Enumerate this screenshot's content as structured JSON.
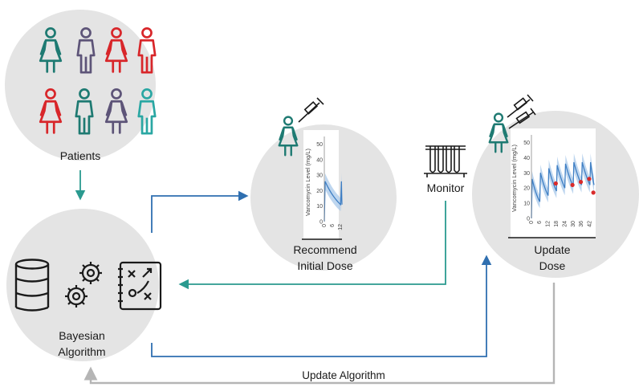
{
  "labels": {
    "patients": "Patients",
    "bayesian_line1": "Bayesian",
    "bayesian_line2": "Algorithm",
    "recommend_line1": "Recommend",
    "recommend_line2": "Initial Dose",
    "monitor": "Monitor",
    "update_dose_line1": "Update",
    "update_dose_line2": "Dose",
    "update_algorithm": "Update Algorithm"
  },
  "colors": {
    "circle_fill": "#e4e4e4",
    "teal": "#1e7a72",
    "navy": "#2b3a4a",
    "purple": "#5d5478",
    "red": "#d8262a",
    "cyan": "#2aa7a3",
    "arrow_blue": "#2f6fb0",
    "arrow_teal": "#2a9a8f",
    "arrow_gray": "#b5b5b5",
    "curve_blue": "#3f7fc4",
    "band_blue": "#a8c8ea",
    "point_red": "#d92b2b"
  },
  "patients": [
    {
      "sex": "female",
      "color": "teal"
    },
    {
      "sex": "male",
      "color": "purple"
    },
    {
      "sex": "female",
      "color": "red"
    },
    {
      "sex": "male",
      "color": "red"
    },
    {
      "sex": "female",
      "color": "red"
    },
    {
      "sex": "male",
      "color": "teal"
    },
    {
      "sex": "female",
      "color": "purple"
    },
    {
      "sex": "male",
      "color": "cyan"
    }
  ],
  "chart_data": [
    {
      "type": "line",
      "title": "",
      "ylabel": "Vancomycin Level (mg/L)",
      "xlabel": "",
      "ylim": [
        0,
        55
      ],
      "xlim": [
        0,
        13
      ],
      "yticks": [
        "0",
        "10",
        "20",
        "30",
        "40",
        "50"
      ],
      "xticks": [
        "0",
        "6",
        "12"
      ],
      "dose_times": [
        0,
        12
      ],
      "peak": 26,
      "trough": 11
    },
    {
      "type": "line",
      "title": "",
      "ylabel": "Vancomycin Level (mg/L)",
      "xlabel": "",
      "ylim": [
        0,
        55
      ],
      "xlim": [
        0,
        45
      ],
      "yticks": [
        "0",
        "10",
        "20",
        "30",
        "40",
        "50"
      ],
      "xticks": [
        "0",
        "6",
        "12",
        "18",
        "24",
        "30",
        "36",
        "42"
      ],
      "dose_times": [
        0,
        6,
        12,
        18,
        24,
        30,
        36,
        42
      ],
      "peaks": [
        26,
        30,
        33,
        35,
        36,
        37,
        37,
        37
      ],
      "troughs": [
        11,
        15,
        18,
        20,
        21,
        22,
        22,
        22
      ],
      "observations": [
        {
          "x": 17.5,
          "y": 23
        },
        {
          "x": 29.5,
          "y": 22
        },
        {
          "x": 35.5,
          "y": 24
        },
        {
          "x": 41.5,
          "y": 26
        },
        {
          "x": 44.5,
          "y": 17
        }
      ]
    }
  ]
}
